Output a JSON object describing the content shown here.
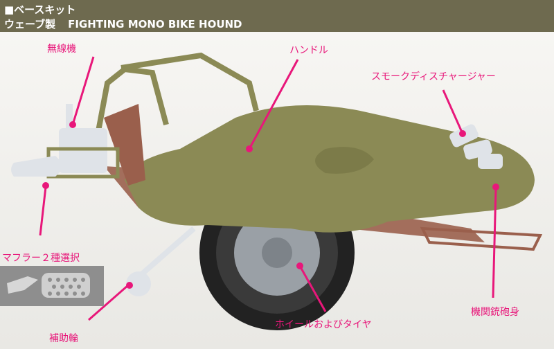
{
  "banner": {
    "line1": "■ベースキット",
    "line2_left": "ウェーブ製",
    "line2_right": "FIGHTING MONO BIKE HOUND"
  },
  "labels": {
    "radio": "無線機",
    "handle": "ハンドル",
    "smoke": "スモークディスチャージャー",
    "muffler": "マフラー２種選択",
    "gun": "機関銃砲身",
    "wheel": "ホイールおよびタイヤ",
    "aux": "補助輪"
  },
  "colors": {
    "accent": "#e8177a",
    "banner": "#6e6a4f",
    "body": "#8b8a55",
    "frame": "#9a5f4c",
    "parts": "#dfe3e8"
  }
}
